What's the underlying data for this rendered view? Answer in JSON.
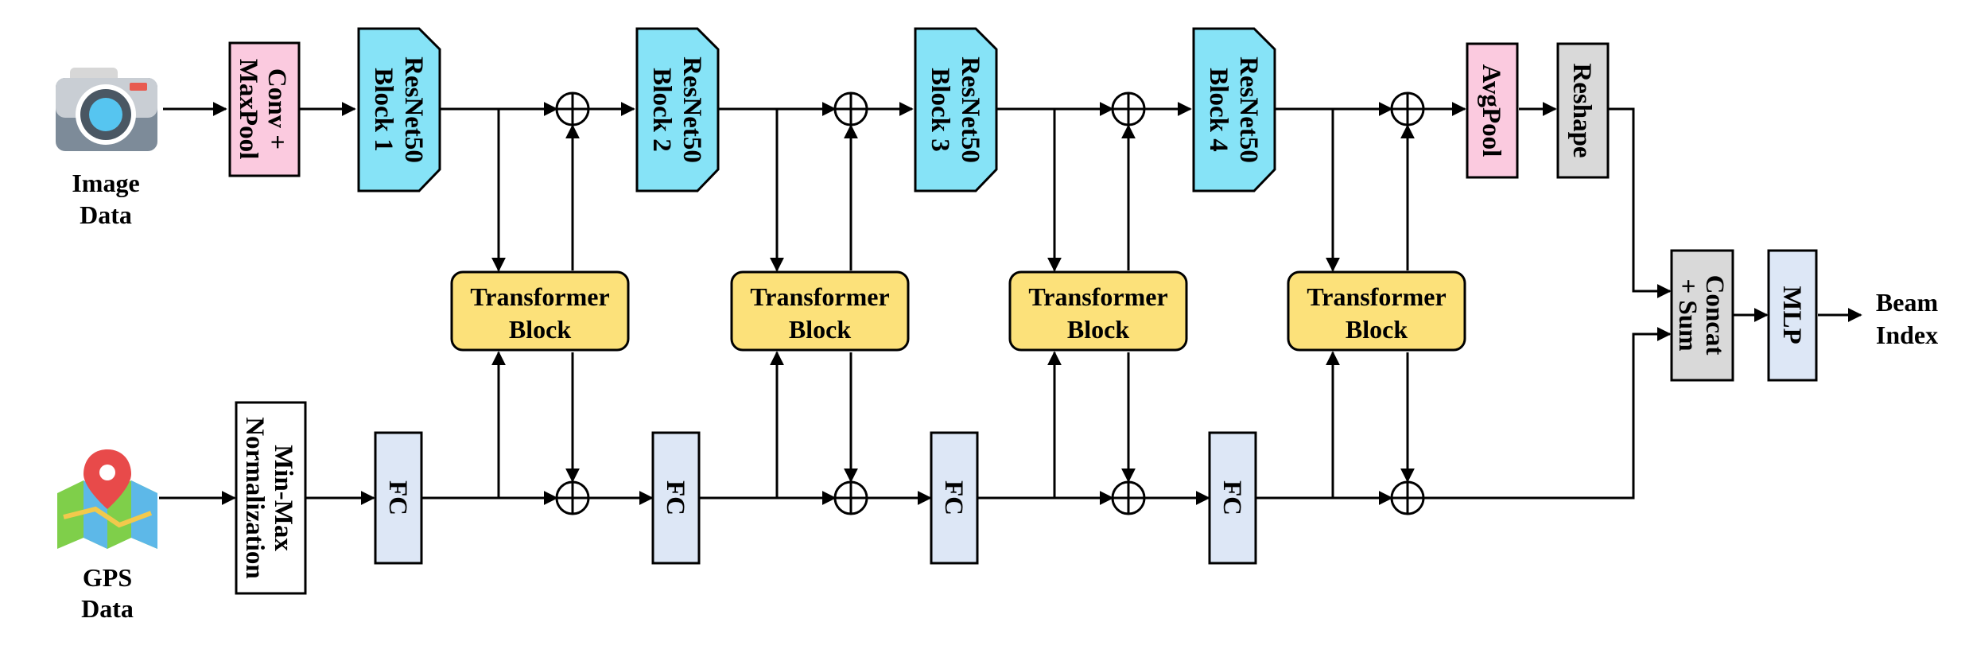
{
  "inputs": {
    "image": {
      "line1": "Image",
      "line2": "Data",
      "icon": "camera-icon"
    },
    "gps": {
      "line1": "GPS",
      "line2": "Data",
      "icon": "map-pin-icon"
    }
  },
  "image_branch": {
    "conv_line1": "Conv +",
    "conv_line2": "MaxPool",
    "resnet": [
      {
        "line1": "ResNet50",
        "line2": "Block 1"
      },
      {
        "line1": "ResNet50",
        "line2": "Block 2"
      },
      {
        "line1": "ResNet50",
        "line2": "Block 3"
      },
      {
        "line1": "ResNet50",
        "line2": "Block 4"
      }
    ],
    "avgpool": "AvgPool",
    "reshape": "Reshape"
  },
  "gps_branch": {
    "norm_line1": "Min-Max",
    "norm_line2": "Normalization",
    "fc": [
      "FC",
      "FC",
      "FC",
      "FC"
    ]
  },
  "transformers": [
    {
      "line1": "Transformer",
      "line2": "Block"
    },
    {
      "line1": "Transformer",
      "line2": "Block"
    },
    {
      "line1": "Transformer",
      "line2": "Block"
    },
    {
      "line1": "Transformer",
      "line2": "Block"
    }
  ],
  "fusion": {
    "concat_line1": "Concat",
    "concat_line2": "+ Sum",
    "mlp": "MLP"
  },
  "output": {
    "line1": "Beam",
    "line2": "Index"
  },
  "colors": {
    "resnet": "#86e3f7",
    "transformer": "#fce17a",
    "conv_avgpool": "#fbcadf",
    "fc": "#dde7f6",
    "reshape_concat": "#d9d9d9",
    "mlp": "#dde7f6",
    "norm": "#ffffff"
  }
}
